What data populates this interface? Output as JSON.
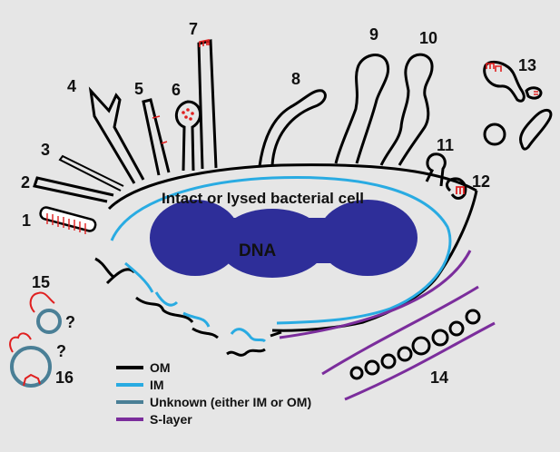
{
  "diagram": {
    "cell_label": "Intact or lysed bacterial cell",
    "dna_label": "DNA",
    "numbers": [
      "1",
      "2",
      "3",
      "4",
      "5",
      "6",
      "7",
      "8",
      "9",
      "10",
      "11",
      "12",
      "13",
      "14",
      "15",
      "16"
    ],
    "question_mark": "?"
  },
  "legend": [
    {
      "label": "OM",
      "color": "#000000"
    },
    {
      "label": "IM",
      "color": "#29abe2"
    },
    {
      "label": "Unknown (either IM or OM)",
      "color": "#4a7f96"
    },
    {
      "label": "S-layer",
      "color": "#7b2d9c"
    }
  ],
  "colors": {
    "background": "#e6e6e6",
    "dna": "#2e2e99",
    "om": "#000000",
    "im": "#29abe2",
    "unknown": "#4a7f96",
    "s_layer": "#7b2d9c",
    "protein": "#e02020"
  }
}
